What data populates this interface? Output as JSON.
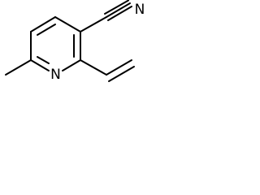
{
  "molecule": {
    "atoms": [
      {
        "label": "N",
        "role": "ring nitrogen"
      },
      {
        "label": "N",
        "role": "nitrile nitrogen"
      }
    ]
  },
  "colors": {
    "bond": "#000000",
    "background": "#ffffff"
  }
}
